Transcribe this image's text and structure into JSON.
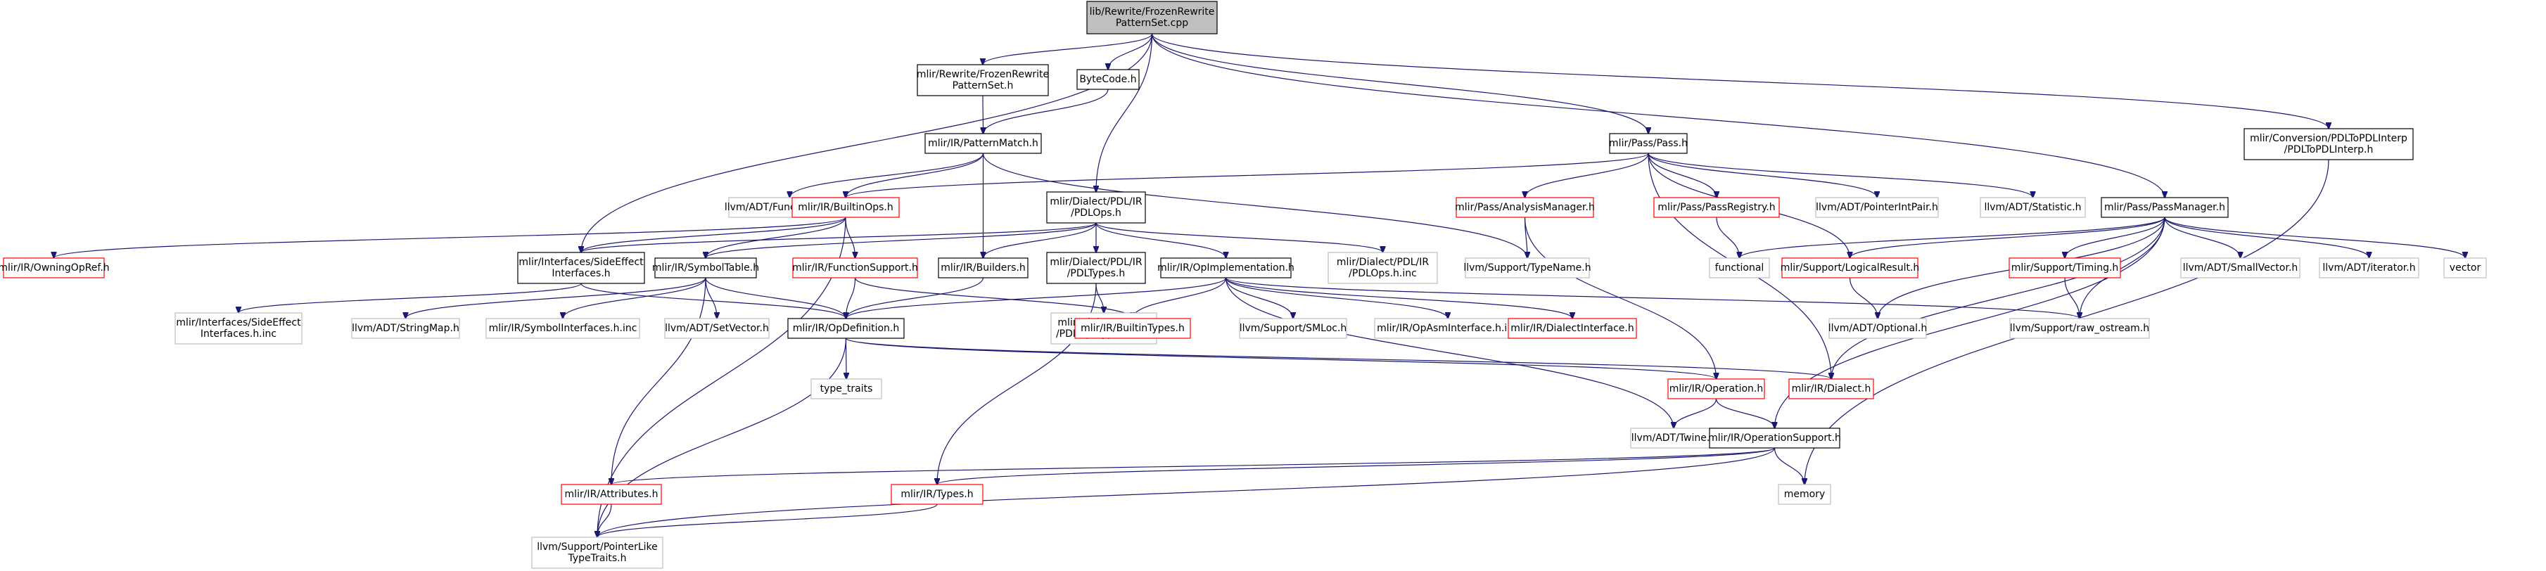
{
  "colors": {
    "root_fill": "#bfbfbf",
    "root_border": "#000000",
    "node_border": "#000000",
    "missing_border": "#bfbfbf",
    "truncated_border": "#ff0000",
    "edge": "#191970",
    "text": "#000000",
    "background": "#ffffff"
  },
  "nodes": [
    {
      "id": "root",
      "lines": [
        "lib/Rewrite/FrozenRewrite",
        "PatternSet.cpp"
      ],
      "kind": "root"
    },
    {
      "id": "frozen_h",
      "lines": [
        "mlir/Rewrite/FrozenRewrite",
        "PatternSet.h"
      ],
      "kind": "normal"
    },
    {
      "id": "bytecode",
      "lines": [
        "ByteCode.h"
      ],
      "kind": "normal"
    },
    {
      "id": "pdl2interp",
      "lines": [
        "mlir/Conversion/PDLToPDLInterp",
        "/PDLToPDLInterp.h"
      ],
      "kind": "normal"
    },
    {
      "id": "patternmatch",
      "lines": [
        "mlir/IR/PatternMatch.h"
      ],
      "kind": "normal"
    },
    {
      "id": "passh",
      "lines": [
        "mlir/Pass/Pass.h"
      ],
      "kind": "normal"
    },
    {
      "id": "funcextras",
      "lines": [
        "llvm/ADT/FunctionExtras.h"
      ],
      "kind": "missing"
    },
    {
      "id": "builtinops",
      "lines": [
        "mlir/IR/BuiltinOps.h"
      ],
      "kind": "truncated"
    },
    {
      "id": "pdlops",
      "lines": [
        "mlir/Dialect/PDL/IR",
        "/PDLOps.h"
      ],
      "kind": "normal"
    },
    {
      "id": "analysismgr",
      "lines": [
        "mlir/Pass/AnalysisManager.h"
      ],
      "kind": "truncated"
    },
    {
      "id": "passregistry",
      "lines": [
        "mlir/Pass/PassRegistry.h"
      ],
      "kind": "truncated"
    },
    {
      "id": "ptrintpair",
      "lines": [
        "llvm/ADT/PointerIntPair.h"
      ],
      "kind": "missing"
    },
    {
      "id": "statistic",
      "lines": [
        "llvm/ADT/Statistic.h"
      ],
      "kind": "missing"
    },
    {
      "id": "passmanager",
      "lines": [
        "mlir/Pass/PassManager.h"
      ],
      "kind": "normal"
    },
    {
      "id": "owningopref",
      "lines": [
        "mlir/IR/OwningOpRef.h"
      ],
      "kind": "truncated"
    },
    {
      "id": "sideeffect",
      "lines": [
        "mlir/Interfaces/SideEffect",
        "Interfaces.h"
      ],
      "kind": "normal"
    },
    {
      "id": "symboltable",
      "lines": [
        "mlir/IR/SymbolTable.h"
      ],
      "kind": "normal"
    },
    {
      "id": "funcsupport",
      "lines": [
        "mlir/IR/FunctionSupport.h"
      ],
      "kind": "truncated"
    },
    {
      "id": "builders",
      "lines": [
        "mlir/IR/Builders.h"
      ],
      "kind": "normal"
    },
    {
      "id": "pdltypes",
      "lines": [
        "mlir/Dialect/PDL/IR",
        "/PDLTypes.h"
      ],
      "kind": "normal"
    },
    {
      "id": "opimpl",
      "lines": [
        "mlir/IR/OpImplementation.h"
      ],
      "kind": "normal"
    },
    {
      "id": "pdlopsinc",
      "lines": [
        "mlir/Dialect/PDL/IR",
        "/PDLOps.h.inc"
      ],
      "kind": "missing"
    },
    {
      "id": "typename",
      "lines": [
        "llvm/Support/TypeName.h"
      ],
      "kind": "missing"
    },
    {
      "id": "functional",
      "lines": [
        "functional"
      ],
      "kind": "missing"
    },
    {
      "id": "logicalresult",
      "lines": [
        "mlir/Support/LogicalResult.h"
      ],
      "kind": "truncated"
    },
    {
      "id": "timing",
      "lines": [
        "mlir/Support/Timing.h"
      ],
      "kind": "truncated"
    },
    {
      "id": "smallvector",
      "lines": [
        "llvm/ADT/SmallVector.h"
      ],
      "kind": "missing"
    },
    {
      "id": "iterator",
      "lines": [
        "llvm/ADT/iterator.h"
      ],
      "kind": "missing"
    },
    {
      "id": "vector",
      "lines": [
        "vector"
      ],
      "kind": "missing"
    },
    {
      "id": "sideeffectinc",
      "lines": [
        "mlir/Interfaces/SideEffect",
        "Interfaces.h.inc"
      ],
      "kind": "missing"
    },
    {
      "id": "stringmap",
      "lines": [
        "llvm/ADT/StringMap.h"
      ],
      "kind": "missing"
    },
    {
      "id": "symbolifaceinc",
      "lines": [
        "mlir/IR/SymbolInterfaces.h.inc"
      ],
      "kind": "missing"
    },
    {
      "id": "setvector",
      "lines": [
        "llvm/ADT/SetVector.h"
      ],
      "kind": "missing"
    },
    {
      "id": "opdefinition",
      "lines": [
        "mlir/IR/OpDefinition.h"
      ],
      "kind": "normal"
    },
    {
      "id": "pdlopstypesinc",
      "lines": [
        "mlir/Dialect/PDL/IR",
        "/PDLOpsTypes.h.inc"
      ],
      "kind": "missing"
    },
    {
      "id": "builtintypes",
      "lines": [
        "mlir/IR/BuiltinTypes.h"
      ],
      "kind": "truncated"
    },
    {
      "id": "smloc",
      "lines": [
        "llvm/Support/SMLoc.h"
      ],
      "kind": "missing"
    },
    {
      "id": "opasminc",
      "lines": [
        "mlir/IR/OpAsmInterface.h.inc"
      ],
      "kind": "missing"
    },
    {
      "id": "dialectiface",
      "lines": [
        "mlir/IR/DialectInterface.h"
      ],
      "kind": "truncated"
    },
    {
      "id": "optional",
      "lines": [
        "llvm/ADT/Optional.h"
      ],
      "kind": "missing"
    },
    {
      "id": "rawostream",
      "lines": [
        "llvm/Support/raw_ostream.h"
      ],
      "kind": "missing"
    },
    {
      "id": "typetraits",
      "lines": [
        "type_traits"
      ],
      "kind": "missing"
    },
    {
      "id": "operation",
      "lines": [
        "mlir/IR/Operation.h"
      ],
      "kind": "truncated"
    },
    {
      "id": "dialect",
      "lines": [
        "mlir/IR/Dialect.h"
      ],
      "kind": "truncated"
    },
    {
      "id": "twine",
      "lines": [
        "llvm/ADT/Twine.h"
      ],
      "kind": "missing"
    },
    {
      "id": "opsupport",
      "lines": [
        "mlir/IR/OperationSupport.h"
      ],
      "kind": "normal"
    },
    {
      "id": "attributes",
      "lines": [
        "mlir/IR/Attributes.h"
      ],
      "kind": "truncated"
    },
    {
      "id": "types",
      "lines": [
        "mlir/IR/Types.h"
      ],
      "kind": "truncated"
    },
    {
      "id": "memory",
      "lines": [
        "memory"
      ],
      "kind": "missing"
    },
    {
      "id": "ptrlike",
      "lines": [
        "llvm/Support/PointerLike",
        "TypeTraits.h"
      ],
      "kind": "missing"
    }
  ],
  "edges": [
    [
      "root",
      "frozen_h"
    ],
    [
      "root",
      "bytecode"
    ],
    [
      "root",
      "pdl2interp"
    ],
    [
      "root",
      "passh"
    ],
    [
      "root",
      "pdlops"
    ],
    [
      "root",
      "passmanager"
    ],
    [
      "root",
      "sideeffect"
    ],
    [
      "frozen_h",
      "patternmatch"
    ],
    [
      "bytecode",
      "patternmatch"
    ],
    [
      "pdl2interp",
      "memory"
    ],
    [
      "patternmatch",
      "funcextras"
    ],
    [
      "patternmatch",
      "builtinops"
    ],
    [
      "patternmatch",
      "builders"
    ],
    [
      "patternmatch",
      "typename"
    ],
    [
      "passh",
      "builtinops"
    ],
    [
      "passh",
      "analysismgr"
    ],
    [
      "passh",
      "passregistry"
    ],
    [
      "passh",
      "ptrintpair"
    ],
    [
      "passh",
      "statistic"
    ],
    [
      "passh",
      "logicalresult"
    ],
    [
      "passh",
      "dialect"
    ],
    [
      "builtinops",
      "owningopref"
    ],
    [
      "builtinops",
      "sideeffect"
    ],
    [
      "builtinops",
      "symboltable"
    ],
    [
      "builtinops",
      "funcsupport"
    ],
    [
      "builtinops",
      "ptrlike"
    ],
    [
      "pdlops",
      "sideeffect"
    ],
    [
      "pdlops",
      "symboltable"
    ],
    [
      "pdlops",
      "builders"
    ],
    [
      "pdlops",
      "pdltypes"
    ],
    [
      "pdlops",
      "opimpl"
    ],
    [
      "pdlops",
      "pdlopsinc"
    ],
    [
      "analysismgr",
      "typename"
    ],
    [
      "analysismgr",
      "operation"
    ],
    [
      "passregistry",
      "functional"
    ],
    [
      "passmanager",
      "functional"
    ],
    [
      "passmanager",
      "logicalresult"
    ],
    [
      "passmanager",
      "timing"
    ],
    [
      "passmanager",
      "smallvector"
    ],
    [
      "passmanager",
      "iterator"
    ],
    [
      "passmanager",
      "vector"
    ],
    [
      "passmanager",
      "optional"
    ],
    [
      "passmanager",
      "rawostream"
    ],
    [
      "passmanager",
      "dialect"
    ],
    [
      "passmanager",
      "opsupport"
    ],
    [
      "sideeffect",
      "sideeffectinc"
    ],
    [
      "sideeffect",
      "opdefinition"
    ],
    [
      "symboltable",
      "stringmap"
    ],
    [
      "symboltable",
      "symbolifaceinc"
    ],
    [
      "symboltable",
      "setvector"
    ],
    [
      "symboltable",
      "opdefinition"
    ],
    [
      "symboltable",
      "attributes"
    ],
    [
      "funcsupport",
      "opdefinition"
    ],
    [
      "funcsupport",
      "builtintypes"
    ],
    [
      "builders",
      "opdefinition"
    ],
    [
      "pdltypes",
      "pdlopstypesinc"
    ],
    [
      "pdltypes",
      "types"
    ],
    [
      "opimpl",
      "opdefinition"
    ],
    [
      "opimpl",
      "builtintypes"
    ],
    [
      "opimpl",
      "smloc"
    ],
    [
      "opimpl",
      "opasminc"
    ],
    [
      "opimpl",
      "dialectiface"
    ],
    [
      "opimpl",
      "rawostream"
    ],
    [
      "opimpl",
      "twine"
    ],
    [
      "logicalresult",
      "optional"
    ],
    [
      "timing",
      "rawostream"
    ],
    [
      "opdefinition",
      "typetraits"
    ],
    [
      "opdefinition",
      "operation"
    ],
    [
      "opdefinition",
      "dialect"
    ],
    [
      "opdefinition",
      "ptrlike"
    ],
    [
      "operation",
      "twine"
    ],
    [
      "operation",
      "opsupport"
    ],
    [
      "opsupport",
      "attributes"
    ],
    [
      "opsupport",
      "types"
    ],
    [
      "opsupport",
      "memory"
    ],
    [
      "opsupport",
      "ptrlike"
    ],
    [
      "attributes",
      "ptrlike"
    ],
    [
      "types",
      "ptrlike"
    ]
  ]
}
